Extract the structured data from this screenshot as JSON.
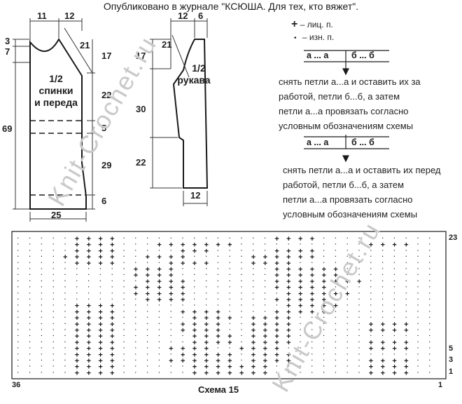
{
  "header": {
    "text": "Опубликовано в журнале \"КСЮША. Для тех, кто вяжет\"."
  },
  "body_pattern": {
    "title_fraction": "1/2",
    "title_line1": "спинки",
    "title_line2": "и переда",
    "dims": {
      "top_left": "11",
      "top_mid": "12",
      "shoulder": "21",
      "left_3": "3",
      "left_7": "7",
      "left_69": "69",
      "right_17": "17",
      "right_22": "22",
      "right_5": "5",
      "right_29": "29",
      "right_6": "6",
      "bottom": "25"
    }
  },
  "sleeve_pattern": {
    "title_fraction": "1/2",
    "title_line": "рукава",
    "dims": {
      "top_12": "12",
      "top_6": "6",
      "slope_21": "21",
      "left_17": "17",
      "left_30": "30",
      "left_22": "22",
      "bottom": "12"
    }
  },
  "legend": {
    "knit_symbol": "+",
    "knit_label": "– лиц. п.",
    "purl_symbol": "•",
    "purl_label": "– изн. п.",
    "cable1": {
      "left": "а ... а",
      "right": "б ... б",
      "text": [
        "снять петли а...а и оставить их за",
        "работой, петли б...б, а затем",
        "петли а...а провязать согласно",
        "условным обозначениям схемы"
      ]
    },
    "cable2": {
      "left": "а ... а",
      "right": "б ... б",
      "text": [
        "снять петли а...а и оставить их перед",
        "работой, петли б...б, а затем",
        "петли а...а провязать согласно",
        "условным обозначениям схемы"
      ]
    }
  },
  "watermark": "Knit-Crochet.ru",
  "chart": {
    "title": "Схема 15",
    "left_label": "36",
    "right_label": "1",
    "row_labels": [
      "23",
      "5",
      "3",
      "1"
    ]
  },
  "chart_data": {
    "type": "table",
    "columns": 36,
    "rows": 23,
    "note": "knitting chart: + = knit, • = purl, rows numbered from bottom",
    "title": "Схема 15"
  }
}
